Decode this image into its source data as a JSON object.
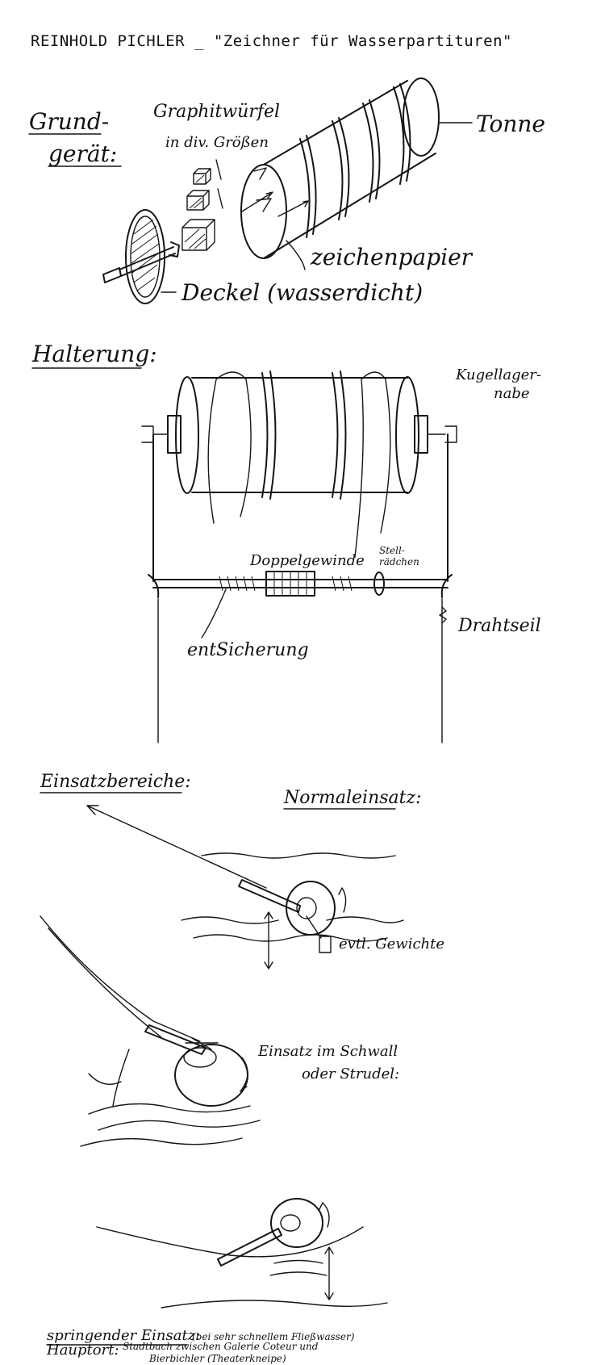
{
  "title": "REINHOLD PICHLER _ \"Zeichner für Wasserpartituren\"",
  "grundgeraet": {
    "heading_line1": "Grund-",
    "heading_line2": "gerät:",
    "graphit_line1": "Graphitwürfel",
    "graphit_line2": "in div. Größen",
    "tonne": "Tonne",
    "zeichenpapier": "zeichenpapier",
    "deckel": "Deckel (wasserdicht)"
  },
  "halterung": {
    "heading": "Halterung:",
    "kugellager_line1": "Kugellager-",
    "kugellager_line2": "nabe",
    "doppelgewinde": "Doppelgewinde",
    "stellrad_line1": "Stell-",
    "stellrad_line2": "rädchen",
    "entsicherung": "entSicherung",
    "drahtseil": "Drahtseil"
  },
  "einsatz": {
    "heading": "Einsatzbereiche:",
    "normal": "Normaleinsatz:",
    "gewichte": "evtl. Gewichte",
    "schwall_line1": "Einsatz im Schwall",
    "schwall_line2": "oder Strudel:",
    "springend": "springender Einsatz:",
    "springend_note": "(bei sehr schnellem Fließwasser)",
    "hauptort_label": "Hauptort:",
    "hauptort_line1": "Stadtbach zwischen Galerie Coteur und",
    "hauptort_line2": "Bierbichler (Theaterkneipe)"
  }
}
